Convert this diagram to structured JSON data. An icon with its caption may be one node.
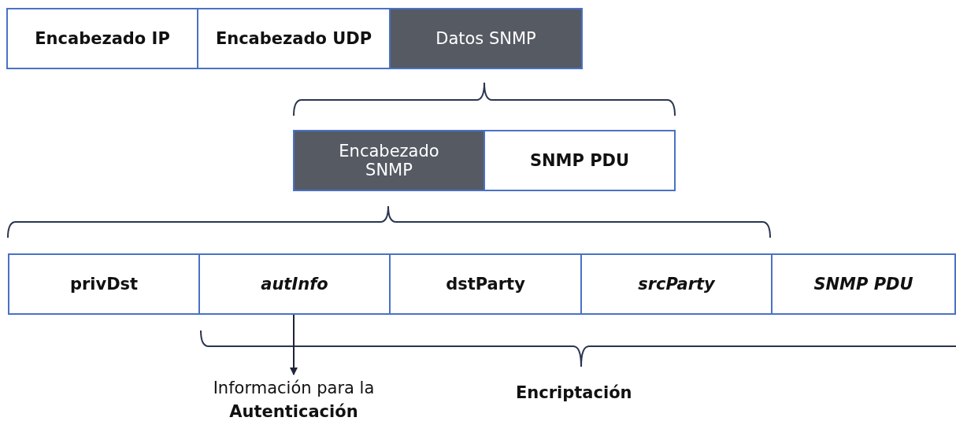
{
  "diagram": {
    "nodes": [
      {
        "text": [
          "Encabezado IP"
        ]
      },
      {
        "text": [
          "Encabezado UDP"
        ]
      },
      {
        "text": [
          "Datos SNMP"
        ]
      },
      {
        "text": [
          "Encabezado SNMP"
        ]
      },
      {
        "text": [
          "SNMP PDU"
        ]
      },
      {
        "text": [
          "privDst"
        ]
      },
      {
        "text": [
          "autInfo"
        ]
      },
      {
        "text": [
          "dstParty"
        ]
      },
      {
        "text": [
          "srcParty"
        ]
      },
      {
        "text": [
          "SNMP PDU"
        ]
      },
      {
        "text": [
          "Información para la **Autenticación**"
        ]
      }
    ],
    "edges": [
      {
        "from": 6,
        "to": 10,
        "arrow": "to"
      }
    ],
    "labels": [
      "Encriptación"
    ]
  }
}
